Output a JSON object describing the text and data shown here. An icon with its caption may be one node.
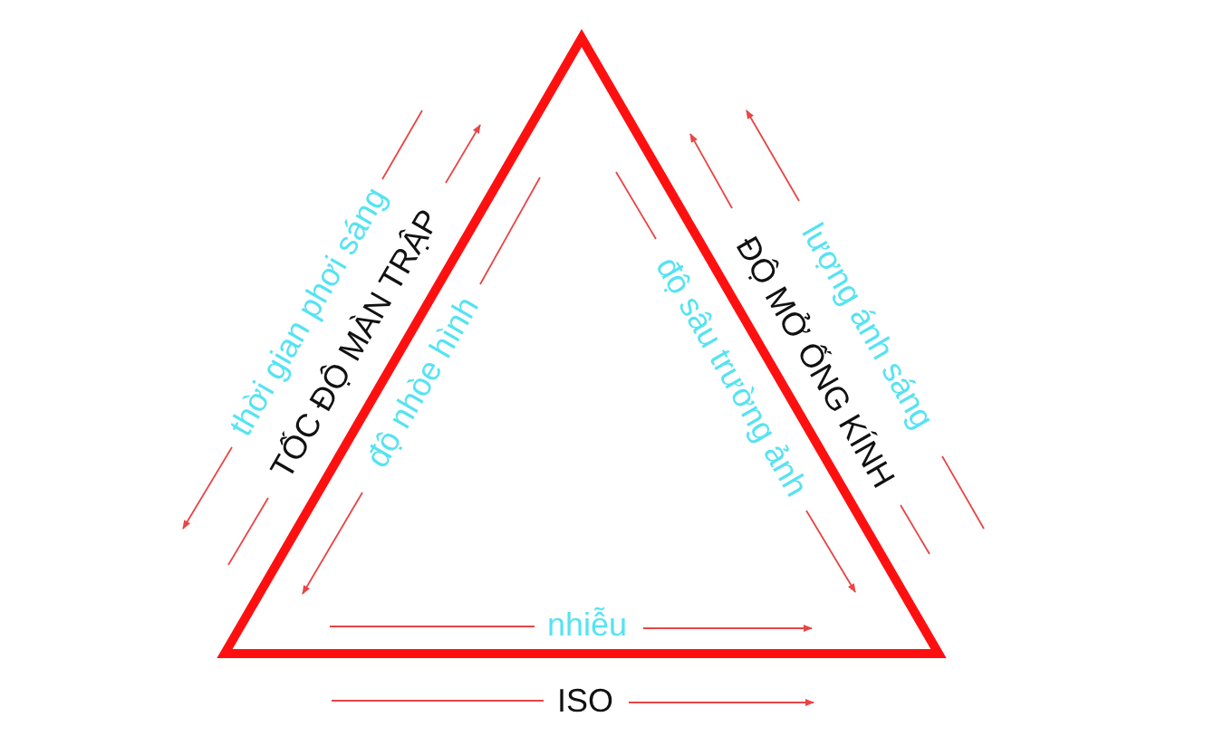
{
  "diagram": {
    "labels": [
      "thời gian phơi sáng",
      "TỐC ĐỘ MÀN TRẬP",
      "độ nhòe hình",
      "độ sâu trường ảnh",
      "ĐỘ MỞ ỐNG KÍNH",
      "lượng ánh sáng",
      "nhiễu",
      "ISO"
    ]
  }
}
